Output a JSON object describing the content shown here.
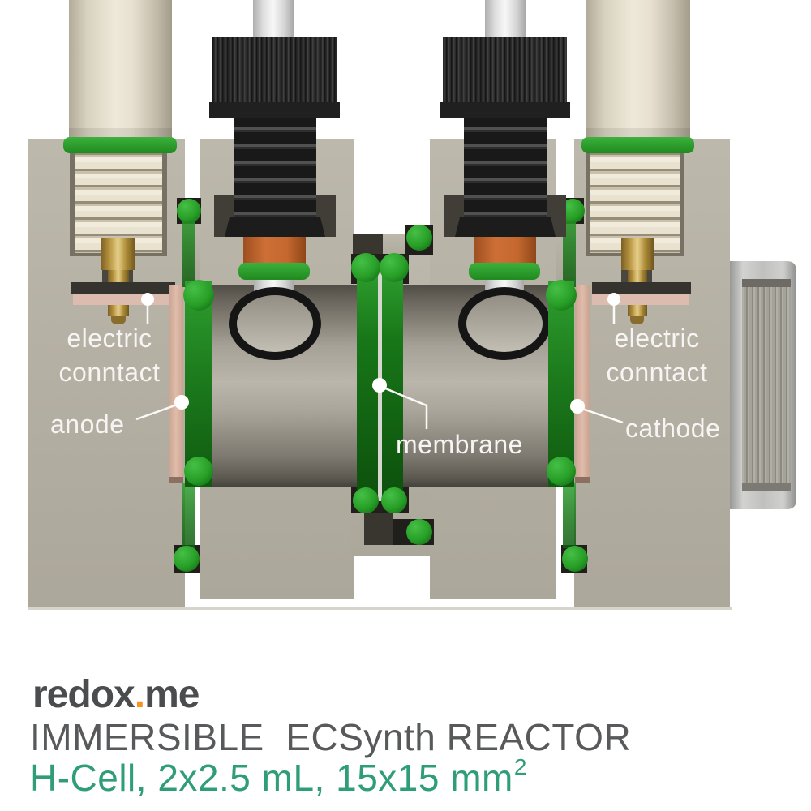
{
  "diagram": {
    "labels": {
      "electric_contact": {
        "line1": "electric",
        "line2": "conntact"
      },
      "anode": "anode",
      "membrane": "membrane",
      "cathode": "cathode"
    }
  },
  "footer": {
    "logo": {
      "prefix": "redox",
      "dot": ".",
      "suffix": "me"
    },
    "title": "IMMERSIBLE  ECSynth REACTOR",
    "subtitle": {
      "text": "H-Cell, 2x2.5 mL, 15x15 mm",
      "superscript": "2"
    }
  },
  "colors": {
    "seal_green": "#2aa02a",
    "ferrule_orange": "#c4682f",
    "body_taupe": "#b6b1a5",
    "membrane_green": "#1d7c1d",
    "contact_pink": "#dcbcae",
    "logo_gray": "#4b4c4e",
    "logo_dot_orange": "#f7941e",
    "title_gray": "#58595b",
    "subtitle_teal": "#2f9e78",
    "label_white": "#f5f4f2"
  }
}
